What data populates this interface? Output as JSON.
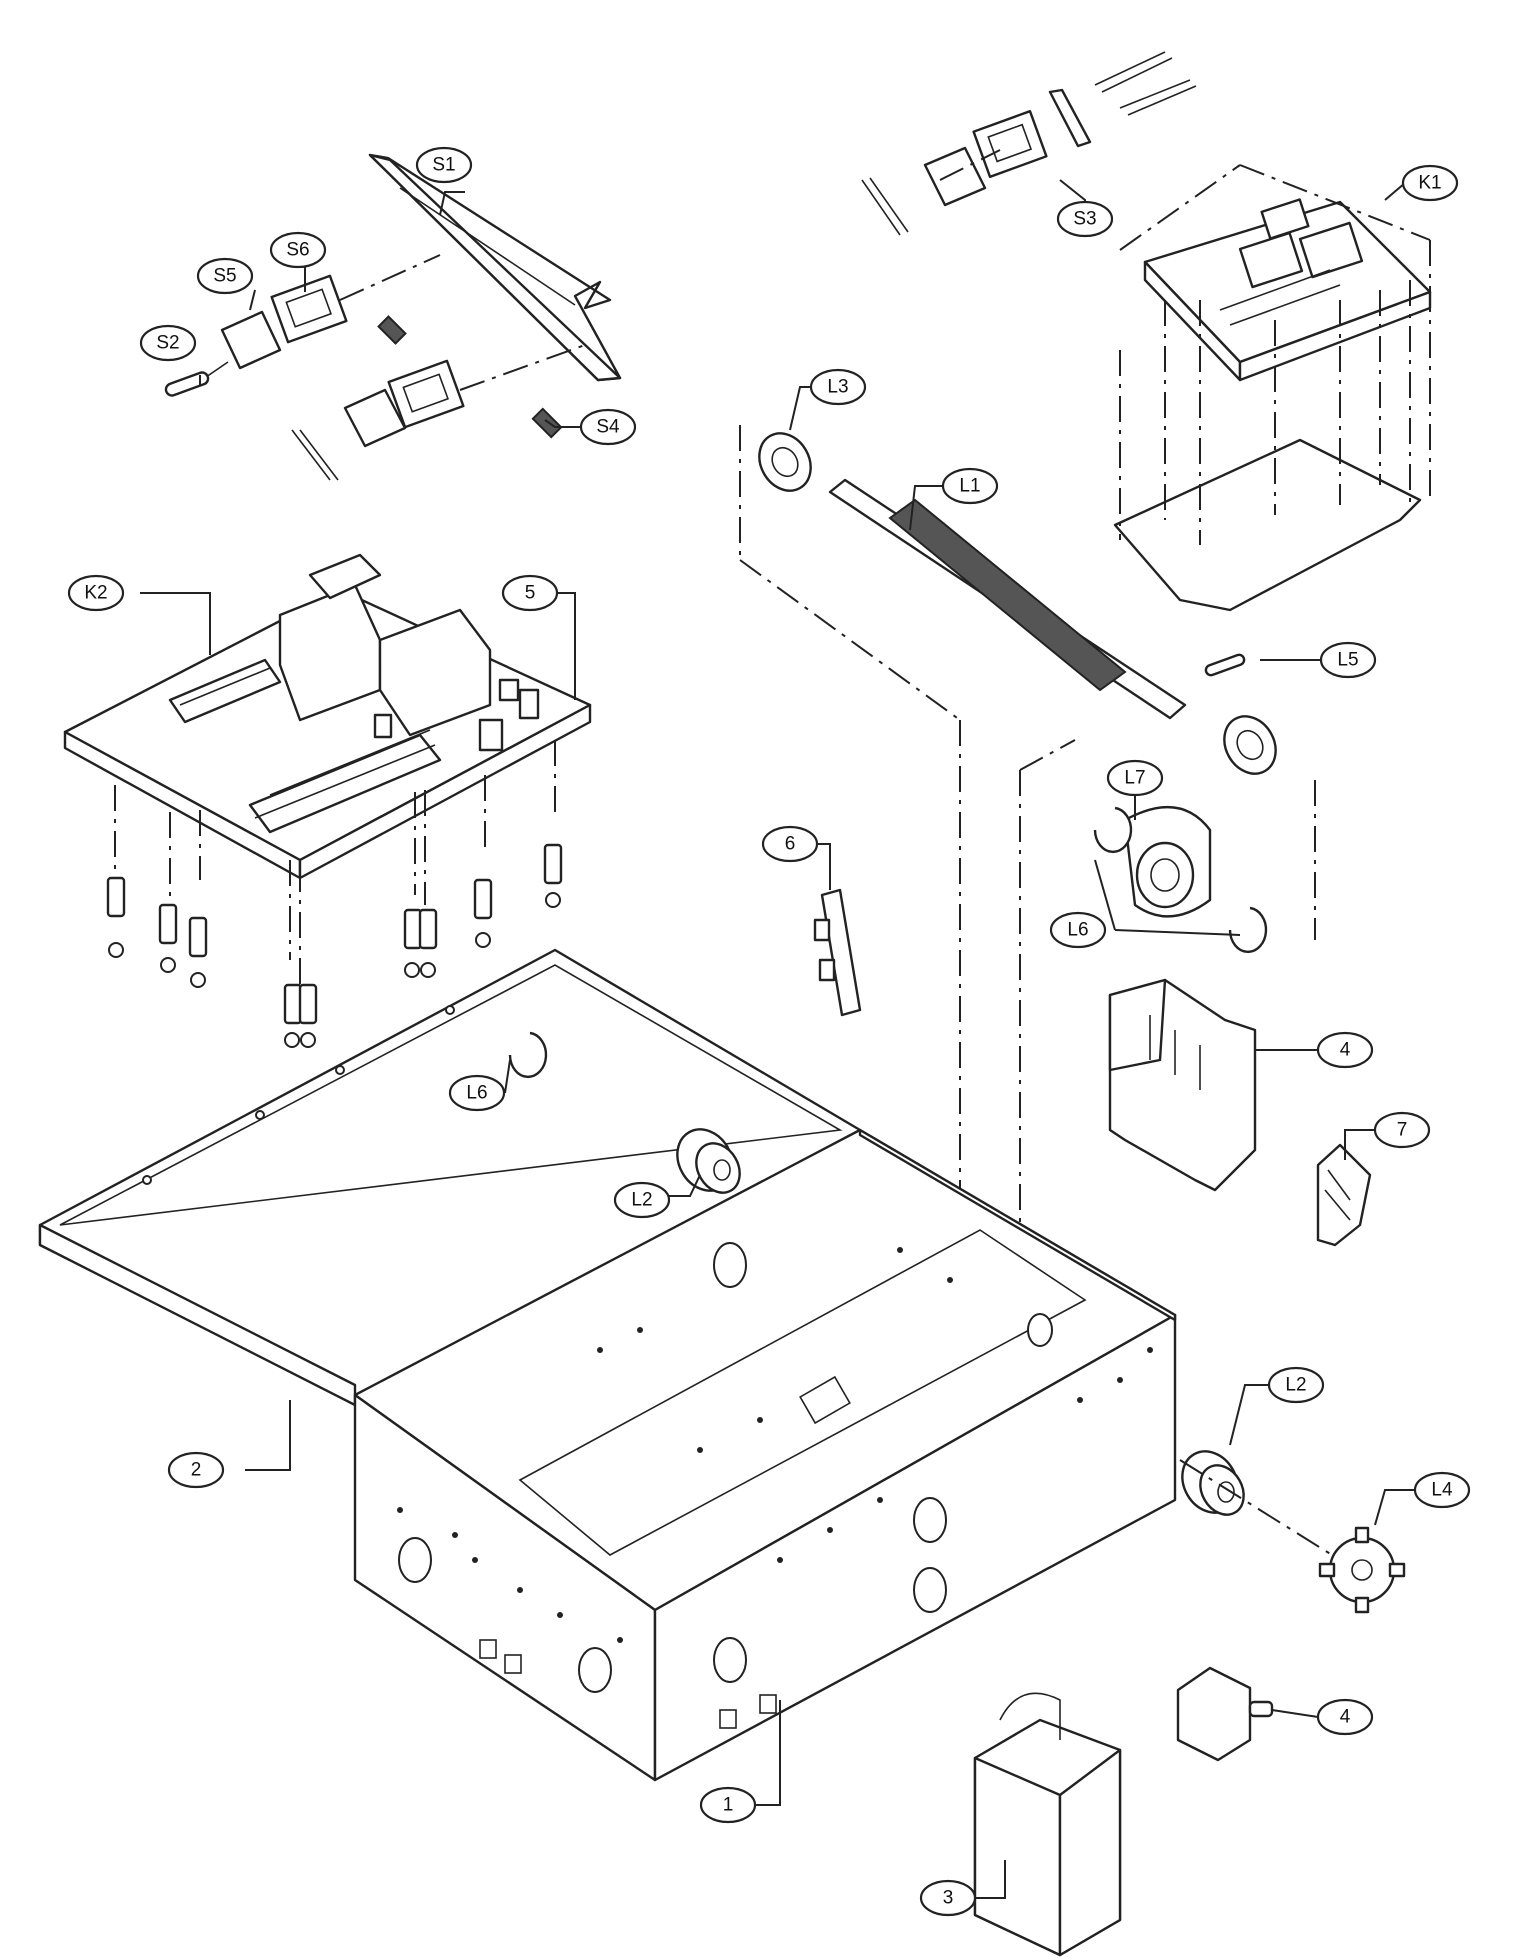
{
  "callouts": {
    "s1": "S1",
    "s2": "S2",
    "s3": "S3",
    "s4": "S4",
    "s5": "S5",
    "s6": "S6",
    "k1": "K1",
    "k2": "K2",
    "l1": "L1",
    "l2_top": "L2",
    "l2_right": "L2",
    "l3": "L3",
    "l4": "L4",
    "l5": "L5",
    "l6_left": "L6",
    "l6_right": "L6",
    "l7": "L7",
    "n1": "1",
    "n2": "2",
    "n3": "3",
    "n4_top": "4",
    "n4_bottom": "4",
    "n5": "5",
    "n6": "6",
    "n7": "7"
  }
}
